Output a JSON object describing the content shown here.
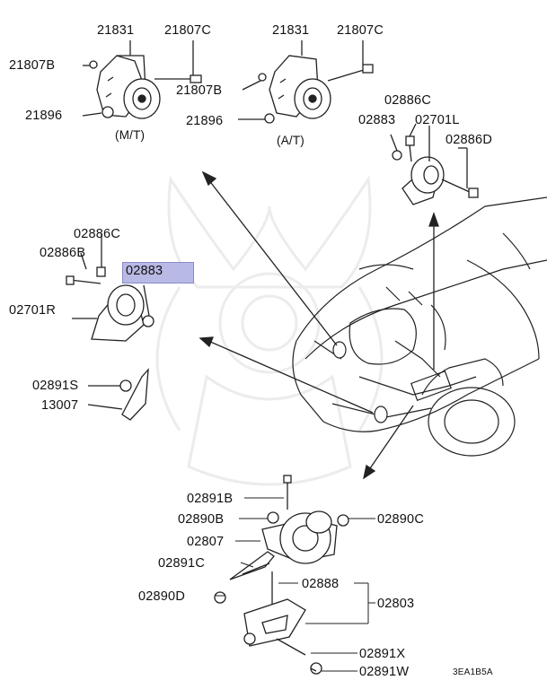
{
  "labels": {
    "p21831_mt": "21831",
    "p21807c_mt": "21807C",
    "p21807b_mt": "21807B",
    "p21896_mt": "21896",
    "mt": "(M/T)",
    "p21831_at": "21831",
    "p21807c_at": "21807C",
    "p21807b_at": "21807B",
    "p21896_at": "21896",
    "at": "(A/T)",
    "p02886c_r": "02886C",
    "p02883_r": "02883",
    "p02701l": "02701L",
    "p02886d": "02886D",
    "p02886c_l": "02886C",
    "p02886b": "02886B",
    "p02883_hl": "02883",
    "p02701r": "02701R",
    "p02891s": "02891S",
    "p13007": "13007",
    "p02891b": "02891B",
    "p02890b": "02890B",
    "p02890c": "02890C",
    "p02807": "02807",
    "p02891c": "02891C",
    "p02888": "02888",
    "p02803": "02803",
    "p02890d": "02890D",
    "p02891x": "02891X",
    "p02891w": "02891W",
    "diagram_code": "3EA1B5A"
  },
  "highlight_color": "#b9b9e6"
}
